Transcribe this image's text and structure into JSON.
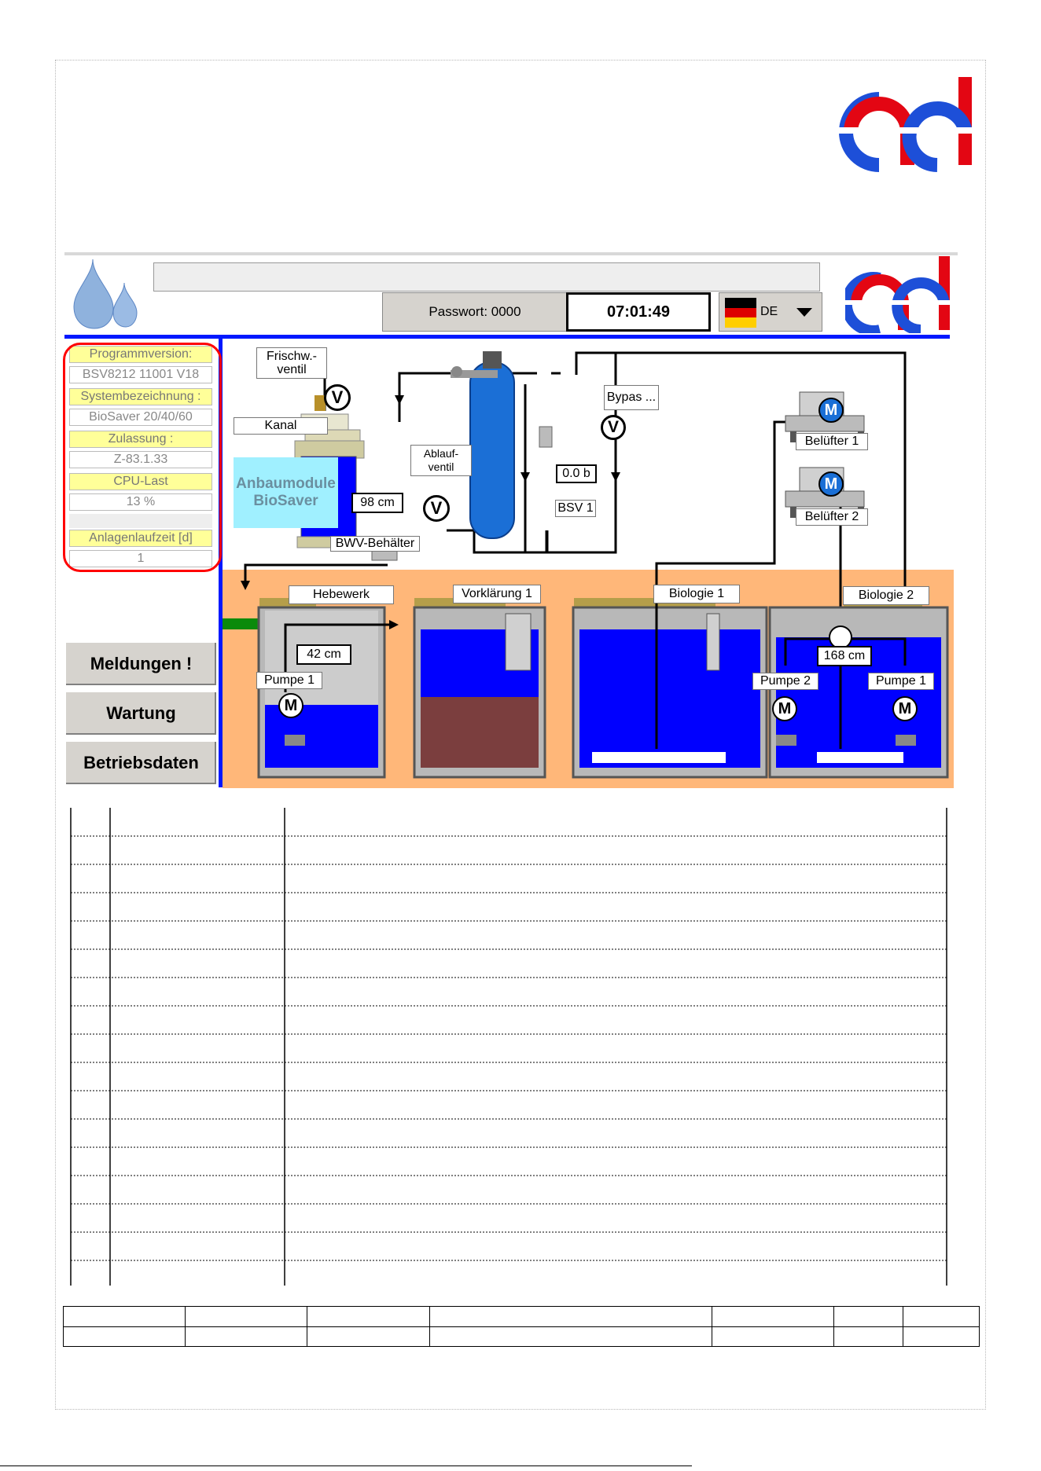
{
  "header": {
    "password_label": "Passwort: 0000",
    "time": "07:01:49",
    "language": "DE"
  },
  "sidebar": {
    "info": [
      {
        "label": "Programmversion:",
        "value": "BSV8212  11001  V18"
      },
      {
        "label": "Systembezeichnung :",
        "value": "BioSaver 20/40/60"
      },
      {
        "label": "Zulassung :",
        "value": "Z-83.1.33"
      },
      {
        "label": "CPU-Last",
        "value": "13 %"
      },
      {
        "label": "Anlagenlaufzeit  [d]",
        "value": "1"
      }
    ],
    "buttons": [
      "Meldungen !",
      "Wartung",
      "Betriebsdaten"
    ]
  },
  "diagram": {
    "frischw_line1": "Frischw.-",
    "frischw_line2": "ventil",
    "kanal": "Kanal",
    "ablauf_line1": "Ablauf-",
    "ablauf_line2": "ventil",
    "anbau_line1": "Anbaumodule",
    "anbau_line2": "BioSaver",
    "bwv_level": "98 cm",
    "bwv_label": "BWV-Behälter",
    "bsv_pressure": "0.0 b",
    "bsv_label": "BSV 1",
    "bypass": "Bypas ...",
    "belufter1": "Belüfter 1",
    "belufter2": "Belüfter 2",
    "valve_symbol": "V",
    "motor_symbol": "M",
    "tanks": {
      "hebewerk": "Hebewerk",
      "hebewerk_level": "42 cm",
      "hebewerk_pump": "Pumpe 1",
      "vorklaerung": "Vorklärung 1",
      "biologie1": "Biologie 1",
      "biologie2": "Biologie 2",
      "biologie2_level": "168 cm",
      "biologie2_pump_left": "Pumpe 2",
      "biologie2_pump_right": "Pumpe 1"
    }
  },
  "colors": {
    "logo_red": "#e30613",
    "logo_blue": "#1d4fd8",
    "water_blue": "#0000ff",
    "sludge": "#7b3e3e",
    "pipe_green": "#0a8a0a",
    "ground": "#ffb779",
    "highlight_red": "#ff0000"
  }
}
